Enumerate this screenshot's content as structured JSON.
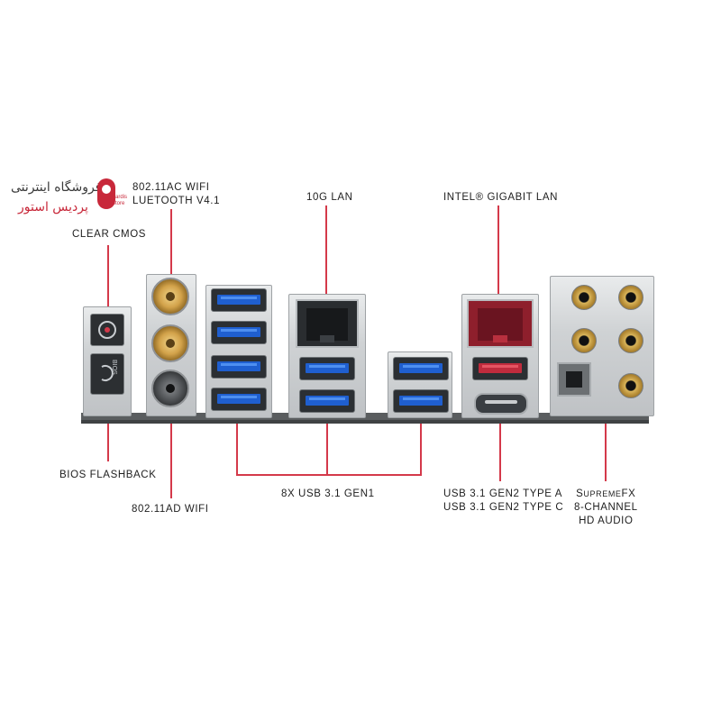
{
  "watermark": {
    "line1": "فروشگاه اینترنتی",
    "line2": "پردیس استور",
    "logo_sub_1": "Pardis",
    "logo_sub_2": "Store",
    "logo_color": "#c8283a"
  },
  "labels": {
    "wifi_ac_1": "802.11AC WIFI",
    "wifi_ac_2": "LUETOOTH V4.1",
    "lan_10g": "10G LAN",
    "intel_lan": "INTEL® GIGABIT LAN",
    "clear_cmos": "CLEAR CMOS",
    "bios_flashback": "BIOS FLASHBACK",
    "wifi_ad": "802.11AD WIFI",
    "usb_gen1": "8X USB 3.1 GEN1",
    "usb_type_a": "USB 3.1 GEN2 TYPE A",
    "usb_type_c": "USB 3.1 GEN2 TYPE C",
    "audio_1_big": "S",
    "audio_1_small": "UPREME",
    "audio_1_end": "FX",
    "audio_2": "8-CHANNEL",
    "audio_3": "HD AUDIO",
    "bios_button_text": "BIOS"
  },
  "colors": {
    "leader_line": "#d4394a",
    "usb_gen1": "#1f5fd0",
    "usb_gen2": "#c02b3d",
    "gold": "#d2a24a"
  }
}
